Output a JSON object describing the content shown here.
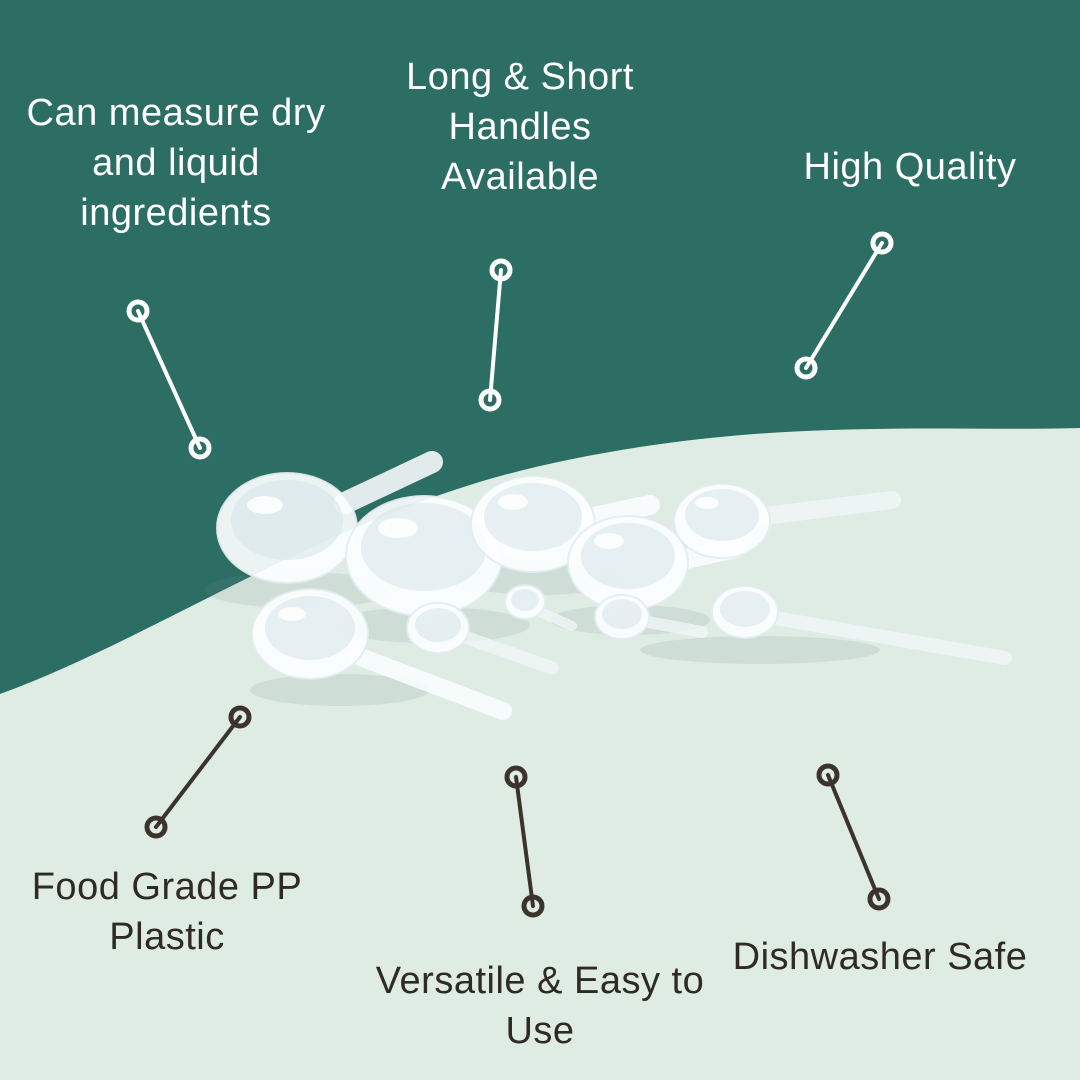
{
  "colors": {
    "teal": "#2D6E64",
    "mint": "#DEECE4",
    "text-light": "#FFFFFF",
    "text-dark": "#2F2A23",
    "line-light": "#FFFFFF",
    "line-dark": "#3B332C"
  },
  "callouts": {
    "top_left": {
      "lines": [
        "Can measure dry",
        "and liquid",
        "ingredients"
      ]
    },
    "top_center": {
      "lines": [
        "Long & Short",
        "Handles",
        "Available"
      ]
    },
    "top_right": {
      "lines": [
        "High Quality"
      ]
    },
    "bottom_left": {
      "lines": [
        "Food Grade PP",
        "Plastic"
      ]
    },
    "bottom_center": {
      "lines": [
        "Versatile & Easy to",
        "Use"
      ]
    },
    "bottom_right": {
      "lines": [
        "Dishwasher Safe"
      ]
    }
  },
  "product": {
    "name": "white plastic measuring scoops set"
  }
}
